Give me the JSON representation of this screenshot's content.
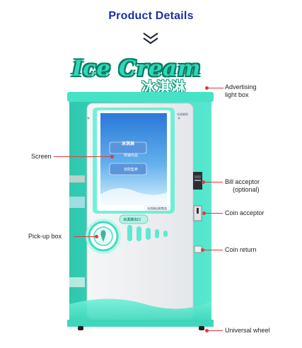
{
  "header": {
    "title": "Product Details"
  },
  "branding": {
    "logo_text": "Ice Cream",
    "logo_text_cn": "冰淇淋"
  },
  "screen": {
    "top_label": "冰淇淋",
    "card_1": "快速出品",
    "card_2": "自助售卖",
    "bottom_badge": "冰淇淋自助售卖",
    "brand": "冰淇淋机"
  },
  "slot_sign": "冰淇淋出口",
  "callouts": {
    "advertising_light_box": [
      "Advertising",
      "light box"
    ],
    "screen": "Screen",
    "bill_acceptor": [
      "Bill acceptor",
      "(optional)"
    ],
    "coin_acceptor": "Coin acceptor",
    "pickup_box": "Pick-up box",
    "coin_return": "Coin return",
    "universal_wheel": "Universal wheel"
  },
  "colors": {
    "title": "#1c2fa8",
    "machine_teal": "#3ee0c4",
    "callout_dot": "#e23a3a"
  },
  "icons": [
    "chevron-down-icon",
    "ice-cream-cone-icon"
  ]
}
